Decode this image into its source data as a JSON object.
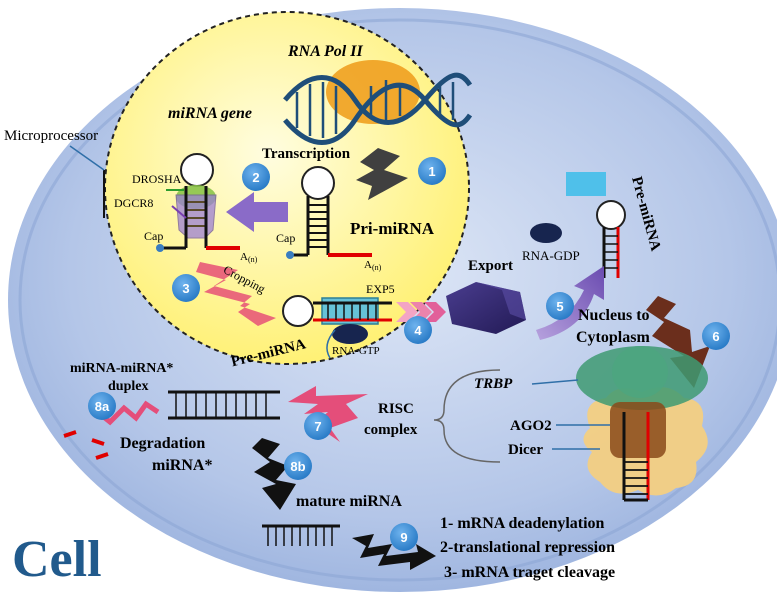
{
  "title": "Cell",
  "labels": {
    "rna_pol": "RNA Pol II",
    "mirna_gene": "miRNA gene",
    "transcription": "Transcription",
    "microprocessor": "Microprocessor",
    "drosha": "DROSHA",
    "dgcr8": "DGCR8",
    "cap_left": "Cap",
    "cap_mid": "Cap",
    "a_n_left": "A",
    "a_n_mid": "A",
    "a_n_sub": "(n)",
    "pri_mirna": "Pri-miRNA",
    "cropping": "Cropping",
    "pre_mirna_nuc": "Pre-miRNA",
    "exp5": "EXP5",
    "rna_gtp": "RNA-GTP",
    "export": "Export",
    "rna_gdp": "RNA-GDP",
    "pre_mirna_cyto": "Pre-miRNA",
    "nucleus_to": "Nucleus to",
    "cytoplasm": "Cytoplasm",
    "trbp": "TRBP",
    "ago2": "AGO2",
    "dicer": "Dicer",
    "risc": "RISC",
    "complex": "complex",
    "duplex_1": "miRNA-miRNA*",
    "duplex_2": "duplex",
    "degradation": "Degradation",
    "mirna_star": "miRNA*",
    "mature": "mature miRNA",
    "outcome_1": "1- mRNA deadenylation",
    "outcome_2": "2-translational repression",
    "outcome_3": "3- mRNA traget cleavage"
  },
  "steps": [
    "1",
    "2",
    "3",
    "4",
    "5",
    "6",
    "7",
    "8a",
    "8b",
    "9"
  ],
  "colors": {
    "cell_fill": "#a9bde3",
    "cell_inner": "#c6d4ef",
    "nucleus": "#fff68a",
    "step_circle": "#3b8ed6",
    "red_text": "#c00000",
    "title": "#215a8c"
  }
}
